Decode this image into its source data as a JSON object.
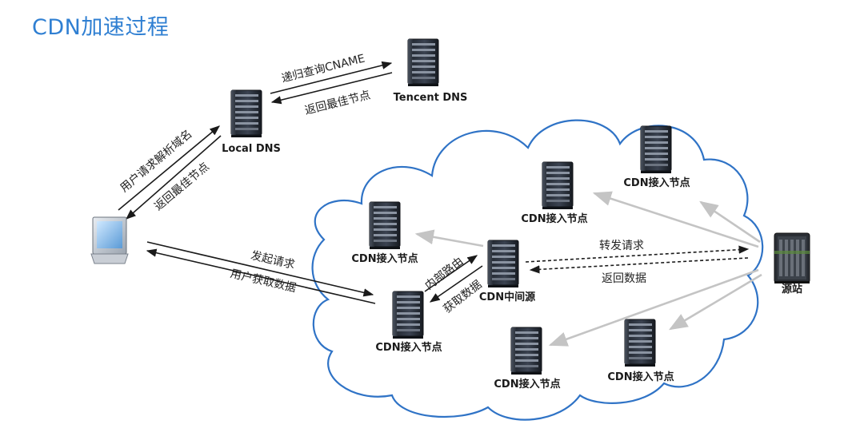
{
  "title": "CDN加速过程",
  "colors": {
    "title": "#2f7fd2",
    "cloud_stroke": "#2f73c6",
    "arrow_dark": "#1a1a1a",
    "arrow_gray": "#c4c4c4"
  },
  "nodes": {
    "local_dns": "Local DNS",
    "tencent_dns": "Tencent DNS",
    "cdn_mid": "CDN中间源",
    "origin": "源站",
    "cdn_node_label": "CDN接入节点"
  },
  "edges": {
    "recursive_query": "递归查询CNAME",
    "return_best_top": "返回最佳节点",
    "user_resolve": "用户请求解析域名",
    "return_best_left": "返回最佳节点",
    "initiate_request": "发起请求",
    "user_get_data": "用户获取数据",
    "forward_request": "转发请求",
    "return_data": "返回数据",
    "internal_route": "内部路由",
    "get_data": "获取数据"
  },
  "icons": {
    "server": "server-icon",
    "monitor": "monitor-icon",
    "origin": "origin-server-icon"
  }
}
